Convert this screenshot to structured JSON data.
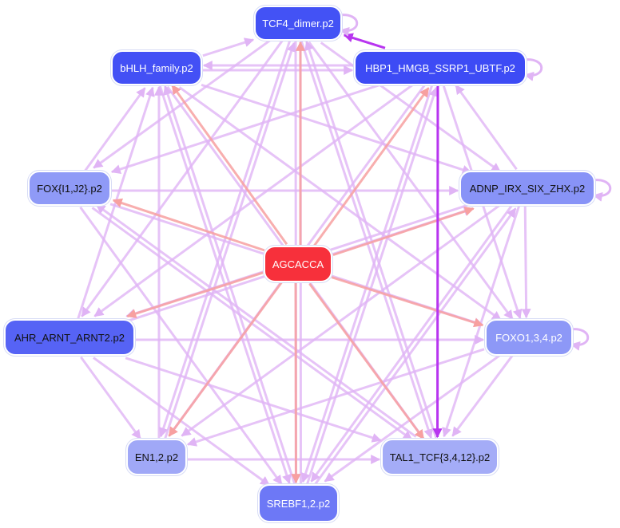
{
  "nodes": [
    {
      "id": "tcf4",
      "label": "TCF4_dimer.p2",
      "fill": "#4352f5",
      "text": "#ffffff"
    },
    {
      "id": "bhlh",
      "label": "bHLH_family.p2",
      "fill": "#4350f5",
      "text": "#ffffff"
    },
    {
      "id": "hbp1",
      "label": "HBP1_HMGB_SSRP1_UBTF.p2",
      "fill": "#3d4bf5",
      "text": "#ffffff"
    },
    {
      "id": "fox",
      "label": "FOX{I1,J2}.p2",
      "fill": "#8f9af7",
      "text": "#111111"
    },
    {
      "id": "adnp",
      "label": "ADNP_IRX_SIX_ZHX.p2",
      "fill": "#8893f7",
      "text": "#111111"
    },
    {
      "id": "agc",
      "label": "AGCACCA",
      "fill": "#f7303b",
      "text": "#ffffff"
    },
    {
      "id": "ahr",
      "label": "AHR_ARNT_ARNT2.p2",
      "fill": "#5663f5",
      "text": "#111111"
    },
    {
      "id": "foxo",
      "label": "FOXO1,3,4.p2",
      "fill": "#8d98f7",
      "text": "#ffffff"
    },
    {
      "id": "en1",
      "label": "EN1,2.p2",
      "fill": "#a0a8f7",
      "text": "#111111"
    },
    {
      "id": "tal1",
      "label": "TAL1_TCF{3,4,12}.p2",
      "fill": "#a4acf7",
      "text": "#111111"
    },
    {
      "id": "srebf",
      "label": "SREBF1,2.p2",
      "fill": "#6d78f6",
      "text": "#ffffff"
    }
  ],
  "colors": {
    "edge_red": "#f7a0a0",
    "edge_purple": "#e0b4f5",
    "edge_strong": "#b835f0"
  },
  "edges": [
    {
      "from": "agc",
      "to": "tcf4",
      "kind": "red"
    },
    {
      "from": "agc",
      "to": "bhlh",
      "kind": "red"
    },
    {
      "from": "agc",
      "to": "hbp1",
      "kind": "red"
    },
    {
      "from": "agc",
      "to": "fox",
      "kind": "red"
    },
    {
      "from": "agc",
      "to": "adnp",
      "kind": "red"
    },
    {
      "from": "agc",
      "to": "ahr",
      "kind": "red"
    },
    {
      "from": "agc",
      "to": "foxo",
      "kind": "red"
    },
    {
      "from": "agc",
      "to": "en1",
      "kind": "red"
    },
    {
      "from": "agc",
      "to": "tal1",
      "kind": "red"
    },
    {
      "from": "agc",
      "to": "srebf",
      "kind": "red"
    },
    {
      "from": "hbp1",
      "to": "tcf4",
      "kind": "strong"
    },
    {
      "from": "hbp1",
      "to": "tal1",
      "kind": "strong"
    },
    {
      "from": "adnp",
      "to": "tal1",
      "kind": "purple"
    },
    {
      "from": "bhlh",
      "to": "tcf4",
      "kind": "purple"
    },
    {
      "from": "bhlh",
      "to": "hbp1",
      "kind": "purple"
    },
    {
      "from": "hbp1",
      "to": "bhlh",
      "kind": "purple"
    },
    {
      "from": "bhlh",
      "to": "adnp",
      "kind": "purple"
    },
    {
      "from": "bhlh",
      "to": "foxo",
      "kind": "purple"
    },
    {
      "from": "bhlh",
      "to": "tal1",
      "kind": "purple"
    },
    {
      "from": "bhlh",
      "to": "srebf",
      "kind": "purple"
    },
    {
      "from": "tcf4",
      "to": "fox",
      "kind": "purple"
    },
    {
      "from": "tcf4",
      "to": "ahr",
      "kind": "purple"
    },
    {
      "from": "tcf4",
      "to": "en1",
      "kind": "purple"
    },
    {
      "from": "tcf4",
      "to": "adnp",
      "kind": "purple"
    },
    {
      "from": "tcf4",
      "to": "foxo",
      "kind": "purple"
    },
    {
      "from": "tcf4",
      "to": "tal1",
      "kind": "purple"
    },
    {
      "from": "tcf4",
      "to": "srebf",
      "kind": "purple"
    },
    {
      "from": "hbp1",
      "to": "ahr",
      "kind": "purple"
    },
    {
      "from": "hbp1",
      "to": "fox",
      "kind": "purple"
    },
    {
      "from": "hbp1",
      "to": "en1",
      "kind": "purple"
    },
    {
      "from": "hbp1",
      "to": "srebf",
      "kind": "purple"
    },
    {
      "from": "hbp1",
      "to": "foxo",
      "kind": "purple"
    },
    {
      "from": "fox",
      "to": "bhlh",
      "kind": "purple"
    },
    {
      "from": "fox",
      "to": "adnp",
      "kind": "purple"
    },
    {
      "from": "fox",
      "to": "foxo",
      "kind": "purple"
    },
    {
      "from": "fox",
      "to": "tal1",
      "kind": "purple"
    },
    {
      "from": "fox",
      "to": "srebf",
      "kind": "purple"
    },
    {
      "from": "adnp",
      "to": "hbp1",
      "kind": "purple"
    },
    {
      "from": "adnp",
      "to": "foxo",
      "kind": "purple"
    },
    {
      "from": "adnp",
      "to": "en1",
      "kind": "purple"
    },
    {
      "from": "adnp",
      "to": "ahr",
      "kind": "purple"
    },
    {
      "from": "adnp",
      "to": "srebf",
      "kind": "purple"
    },
    {
      "from": "ahr",
      "to": "bhlh",
      "kind": "purple"
    },
    {
      "from": "ahr",
      "to": "adnp",
      "kind": "purple"
    },
    {
      "from": "ahr",
      "to": "foxo",
      "kind": "purple"
    },
    {
      "from": "ahr",
      "to": "tal1",
      "kind": "purple"
    },
    {
      "from": "ahr",
      "to": "en1",
      "kind": "purple"
    },
    {
      "from": "ahr",
      "to": "srebf",
      "kind": "purple"
    },
    {
      "from": "foxo",
      "to": "en1",
      "kind": "purple"
    },
    {
      "from": "foxo",
      "to": "tal1",
      "kind": "purple"
    },
    {
      "from": "foxo",
      "to": "srebf",
      "kind": "purple"
    },
    {
      "from": "en1",
      "to": "tal1",
      "kind": "purple"
    },
    {
      "from": "en1",
      "to": "bhlh",
      "kind": "purple"
    },
    {
      "from": "en1",
      "to": "tcf4",
      "kind": "purple"
    },
    {
      "from": "srebf",
      "to": "tcf4",
      "kind": "purple"
    },
    {
      "from": "srebf",
      "to": "bhlh",
      "kind": "purple"
    },
    {
      "from": "srebf",
      "to": "hbp1",
      "kind": "purple"
    },
    {
      "from": "srebf",
      "to": "adnp",
      "kind": "purple"
    },
    {
      "from": "tal1",
      "to": "fox",
      "kind": "purple"
    },
    {
      "from": "tal1",
      "to": "tcf4",
      "kind": "purple"
    }
  ],
  "self_loops": [
    "tcf4",
    "hbp1",
    "adnp",
    "foxo"
  ]
}
